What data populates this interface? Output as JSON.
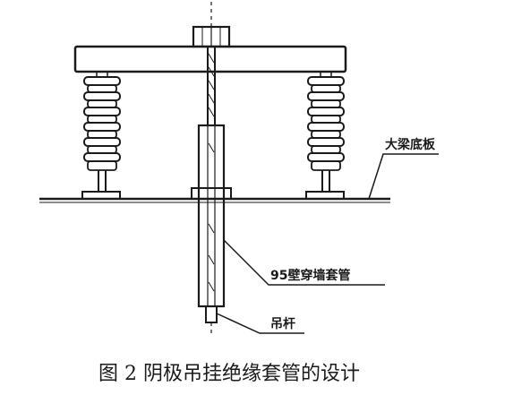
{
  "labels": {
    "cathode_plate": "大梁底板",
    "sleeve": "95壁穿墙套管",
    "hanger": "吊杆"
  },
  "caption": "图 2 阴极吊挂绝缘套管的设计"
}
